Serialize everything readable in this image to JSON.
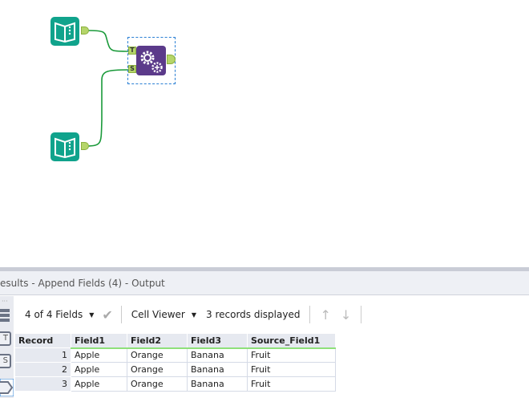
{
  "canvas": {
    "tools": [
      {
        "name": "input-data-1",
        "type": "input"
      },
      {
        "name": "input-data-2",
        "type": "input"
      },
      {
        "name": "append-fields",
        "type": "append",
        "anchors": [
          "T",
          "S"
        ]
      }
    ]
  },
  "results": {
    "title": "esults - Append Fields (4) - Output",
    "left_strip": [
      "T",
      "S"
    ],
    "toolbar": {
      "fields": "4 of 4 Fields",
      "viewer": "Cell Viewer",
      "records": "3 records displayed"
    },
    "columns": [
      "Record",
      "Field1",
      "Field2",
      "Field3",
      "Source_Field1"
    ],
    "rows": [
      [
        "1",
        "Apple",
        "Orange",
        "Banana",
        "Fruit"
      ],
      [
        "2",
        "Apple",
        "Orange",
        "Banana",
        "Fruit"
      ],
      [
        "3",
        "Apple",
        "Orange",
        "Banana",
        "Fruit"
      ]
    ]
  },
  "colors": {
    "input": "#10a38c",
    "append": "#5b3a8a",
    "anchor": "#b5d56a",
    "connection": "#1a9a3a"
  }
}
